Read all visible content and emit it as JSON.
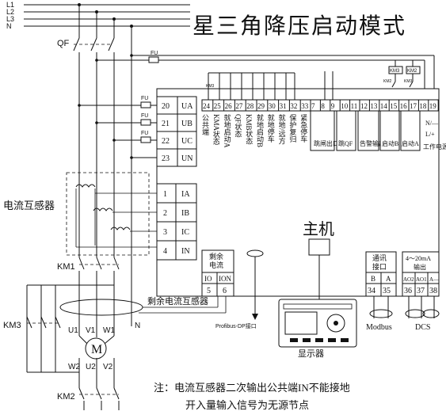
{
  "title": "星三角降压启动模式",
  "bus_lines": [
    "L1",
    "L2",
    "L3",
    "N"
  ],
  "labels": {
    "qf": "QF",
    "fu": "FU",
    "ct": "电流互感器",
    "km1": "KM1",
    "km2": "KM2",
    "km3": "KM3",
    "km3_small": "KM3",
    "km3_box": "KM3",
    "km2_box": "KM2",
    "km2_small": "KM2",
    "km3_small2": "KM3",
    "residual_ct": "剩余电流互感器",
    "motor": "M",
    "n": "N",
    "host": "主机",
    "display": "显示器",
    "profibus": "Profibus-DP接口",
    "modbus": "Modbus",
    "dcs": "DCS"
  },
  "motor_terminals": [
    "U1",
    "V1",
    "W1",
    "W2",
    "U2",
    "V2"
  ],
  "voltage_terminals": [
    {
      "num": "20",
      "name": "UA"
    },
    {
      "num": "21",
      "name": "UB"
    },
    {
      "num": "22",
      "name": "UC"
    },
    {
      "num": "23",
      "name": "UN"
    }
  ],
  "current_terminals": [
    {
      "num": "1",
      "name": "IA"
    },
    {
      "num": "2",
      "name": "IB"
    },
    {
      "num": "3",
      "name": "IC"
    },
    {
      "num": "4",
      "name": "IN"
    }
  ],
  "top_terminals_a": [
    "24",
    "25",
    "26",
    "27",
    "28",
    "29",
    "30",
    "31",
    "32",
    "33"
  ],
  "input_labels": [
    "公共端",
    "KMA状态",
    "就地启动A",
    "QF状态",
    "KMB状态",
    "就地启动B",
    "就地停车",
    "就地/远方",
    "保护复归",
    "紧急停车"
  ],
  "top_terminals_b": [
    "7",
    "8",
    "9",
    "10",
    "11",
    "12",
    "13",
    "14",
    "15",
    "16",
    "17",
    "18",
    "19"
  ],
  "output_groups": [
    {
      "label": "跳闸出口"
    },
    {
      "label": "跳QF"
    },
    {
      "label": "告警输出"
    },
    {
      "label": "启动B"
    },
    {
      "label": "启动A"
    },
    {
      "label": "工作电源"
    }
  ],
  "power_labels": [
    "N/—",
    "L/+"
  ],
  "residual": {
    "title_line1": "剩余",
    "title_line2": "电流",
    "cols": [
      "IO",
      "ION"
    ],
    "nums": [
      "5",
      "6"
    ]
  },
  "comm": {
    "title_line1": "通讯",
    "title_line2": "接口",
    "cols": [
      "B",
      "A"
    ],
    "nums": [
      "34",
      "35"
    ]
  },
  "analog": {
    "title_line1": "4～20mA",
    "title_line2": "输出",
    "cols": [
      "AO2",
      "AO1",
      "A—"
    ],
    "nums": [
      "36",
      "37",
      "38"
    ]
  },
  "notes": [
    "注：电流互感器二次输出公共端IN不能接地",
    "开入量输入信号为无源节点"
  ]
}
